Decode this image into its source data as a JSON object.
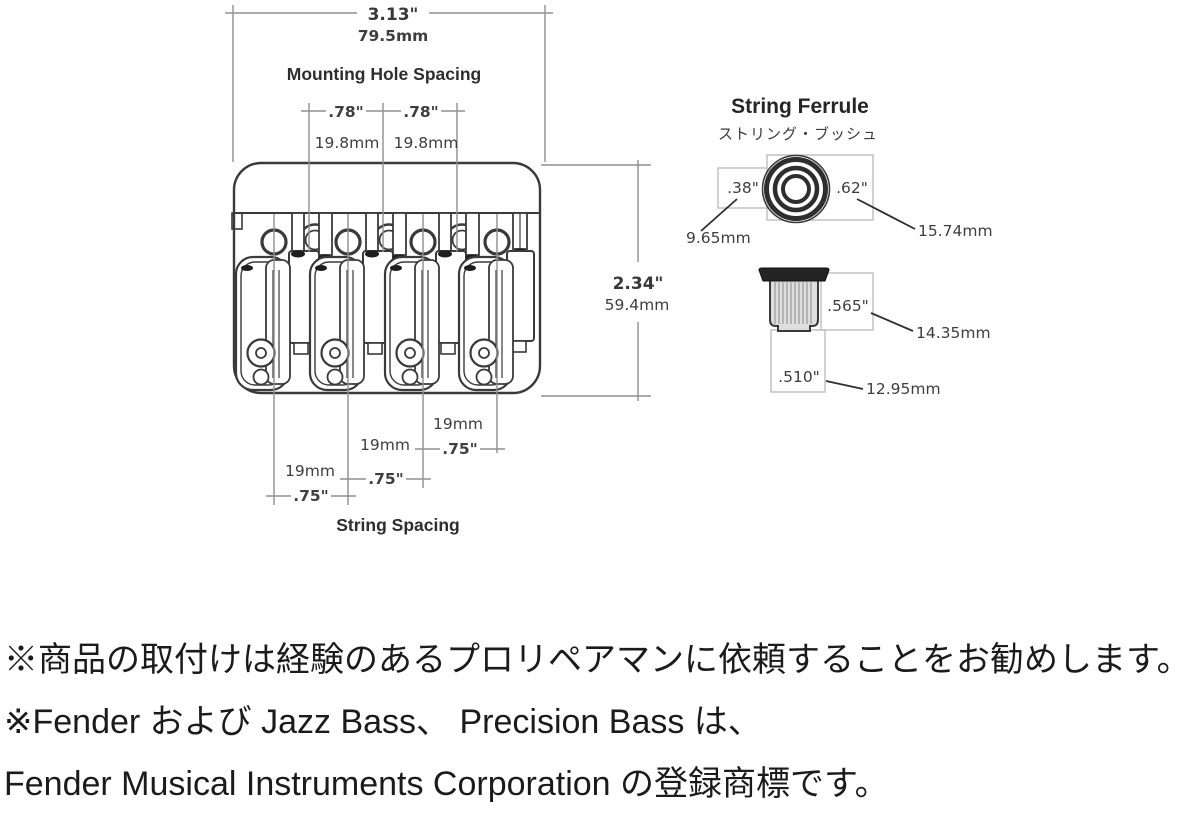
{
  "diagram": {
    "bridge": {
      "mounting_title": "Mounting Hole Spacing",
      "overall_width_in": "3.13\"",
      "overall_width_mm": "79.5mm",
      "hole_pairs": [
        {
          "inch": ".78\"",
          "mm": "19.8mm"
        },
        {
          "inch": ".78\"",
          "mm": "19.8mm"
        }
      ],
      "height_in": "2.34\"",
      "height_mm": "59.4mm",
      "spacing_title": "String Spacing",
      "string_pairs": [
        {
          "mm": "19mm",
          "inch": ".75\""
        },
        {
          "mm": "19mm",
          "inch": ".75\""
        },
        {
          "mm": "19mm",
          "inch": ".75\""
        }
      ]
    },
    "ferrule": {
      "title": "String Ferrule",
      "subtitle": "ストリング・ブッシュ",
      "inner_diameter_in": ".38\"",
      "inner_diameter_mm": "9.65mm",
      "outer_diameter_in": ".62\"",
      "outer_diameter_mm": "15.74mm",
      "flange_in": ".565\"",
      "flange_mm": "14.35mm",
      "body_in": ".510\"",
      "body_mm": "12.95mm"
    }
  },
  "notes": {
    "line1": "※商品の取付けは経験のあるプロリペアマンに依頼することをお勧めします。",
    "line2": "※Fender および Jazz Bass、 Precision Bass は、",
    "line3": "Fender Musical Instruments Corporation の登録商標です。"
  },
  "colors": {
    "ink": "#3a3a3a",
    "dimension_line": "#8f8f8f",
    "dimension_box": "#bdbdbd",
    "text": "#3e3e3e",
    "dark_fill": "#1e1e1e",
    "background": "#ffffff"
  }
}
